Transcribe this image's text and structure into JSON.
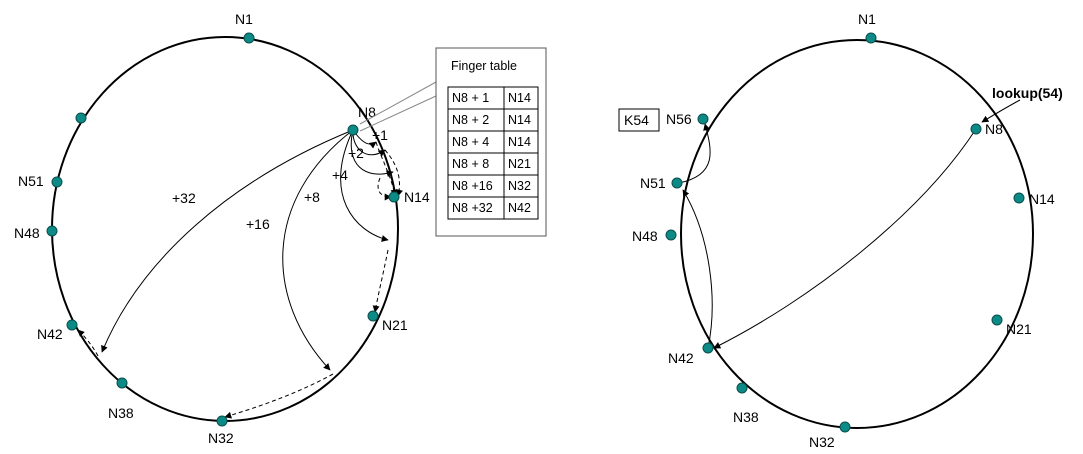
{
  "left_ring": {
    "nodes": [
      "N1",
      "N8",
      "N14",
      "N21",
      "N32",
      "N38",
      "N42",
      "N48",
      "N51"
    ],
    "finger_labels": [
      "+1",
      "+2",
      "+4",
      "+8",
      "+16",
      "+32"
    ],
    "finger_table": {
      "title": "Finger table",
      "rows": [
        [
          "N8 + 1",
          "N14"
        ],
        [
          "N8 + 2",
          "N14"
        ],
        [
          "N8 + 4",
          "N14"
        ],
        [
          "N8 + 8",
          "N21"
        ],
        [
          "N8 +16",
          "N32"
        ],
        [
          "N8 +32",
          "N42"
        ]
      ]
    }
  },
  "right_ring": {
    "nodes": [
      "N1",
      "N8",
      "N14",
      "N21",
      "N32",
      "N38",
      "N42",
      "N48",
      "N51",
      "N56"
    ],
    "lookup": "lookup(54)",
    "key": "K54"
  },
  "colors": {
    "node": "#0b8a86"
  }
}
